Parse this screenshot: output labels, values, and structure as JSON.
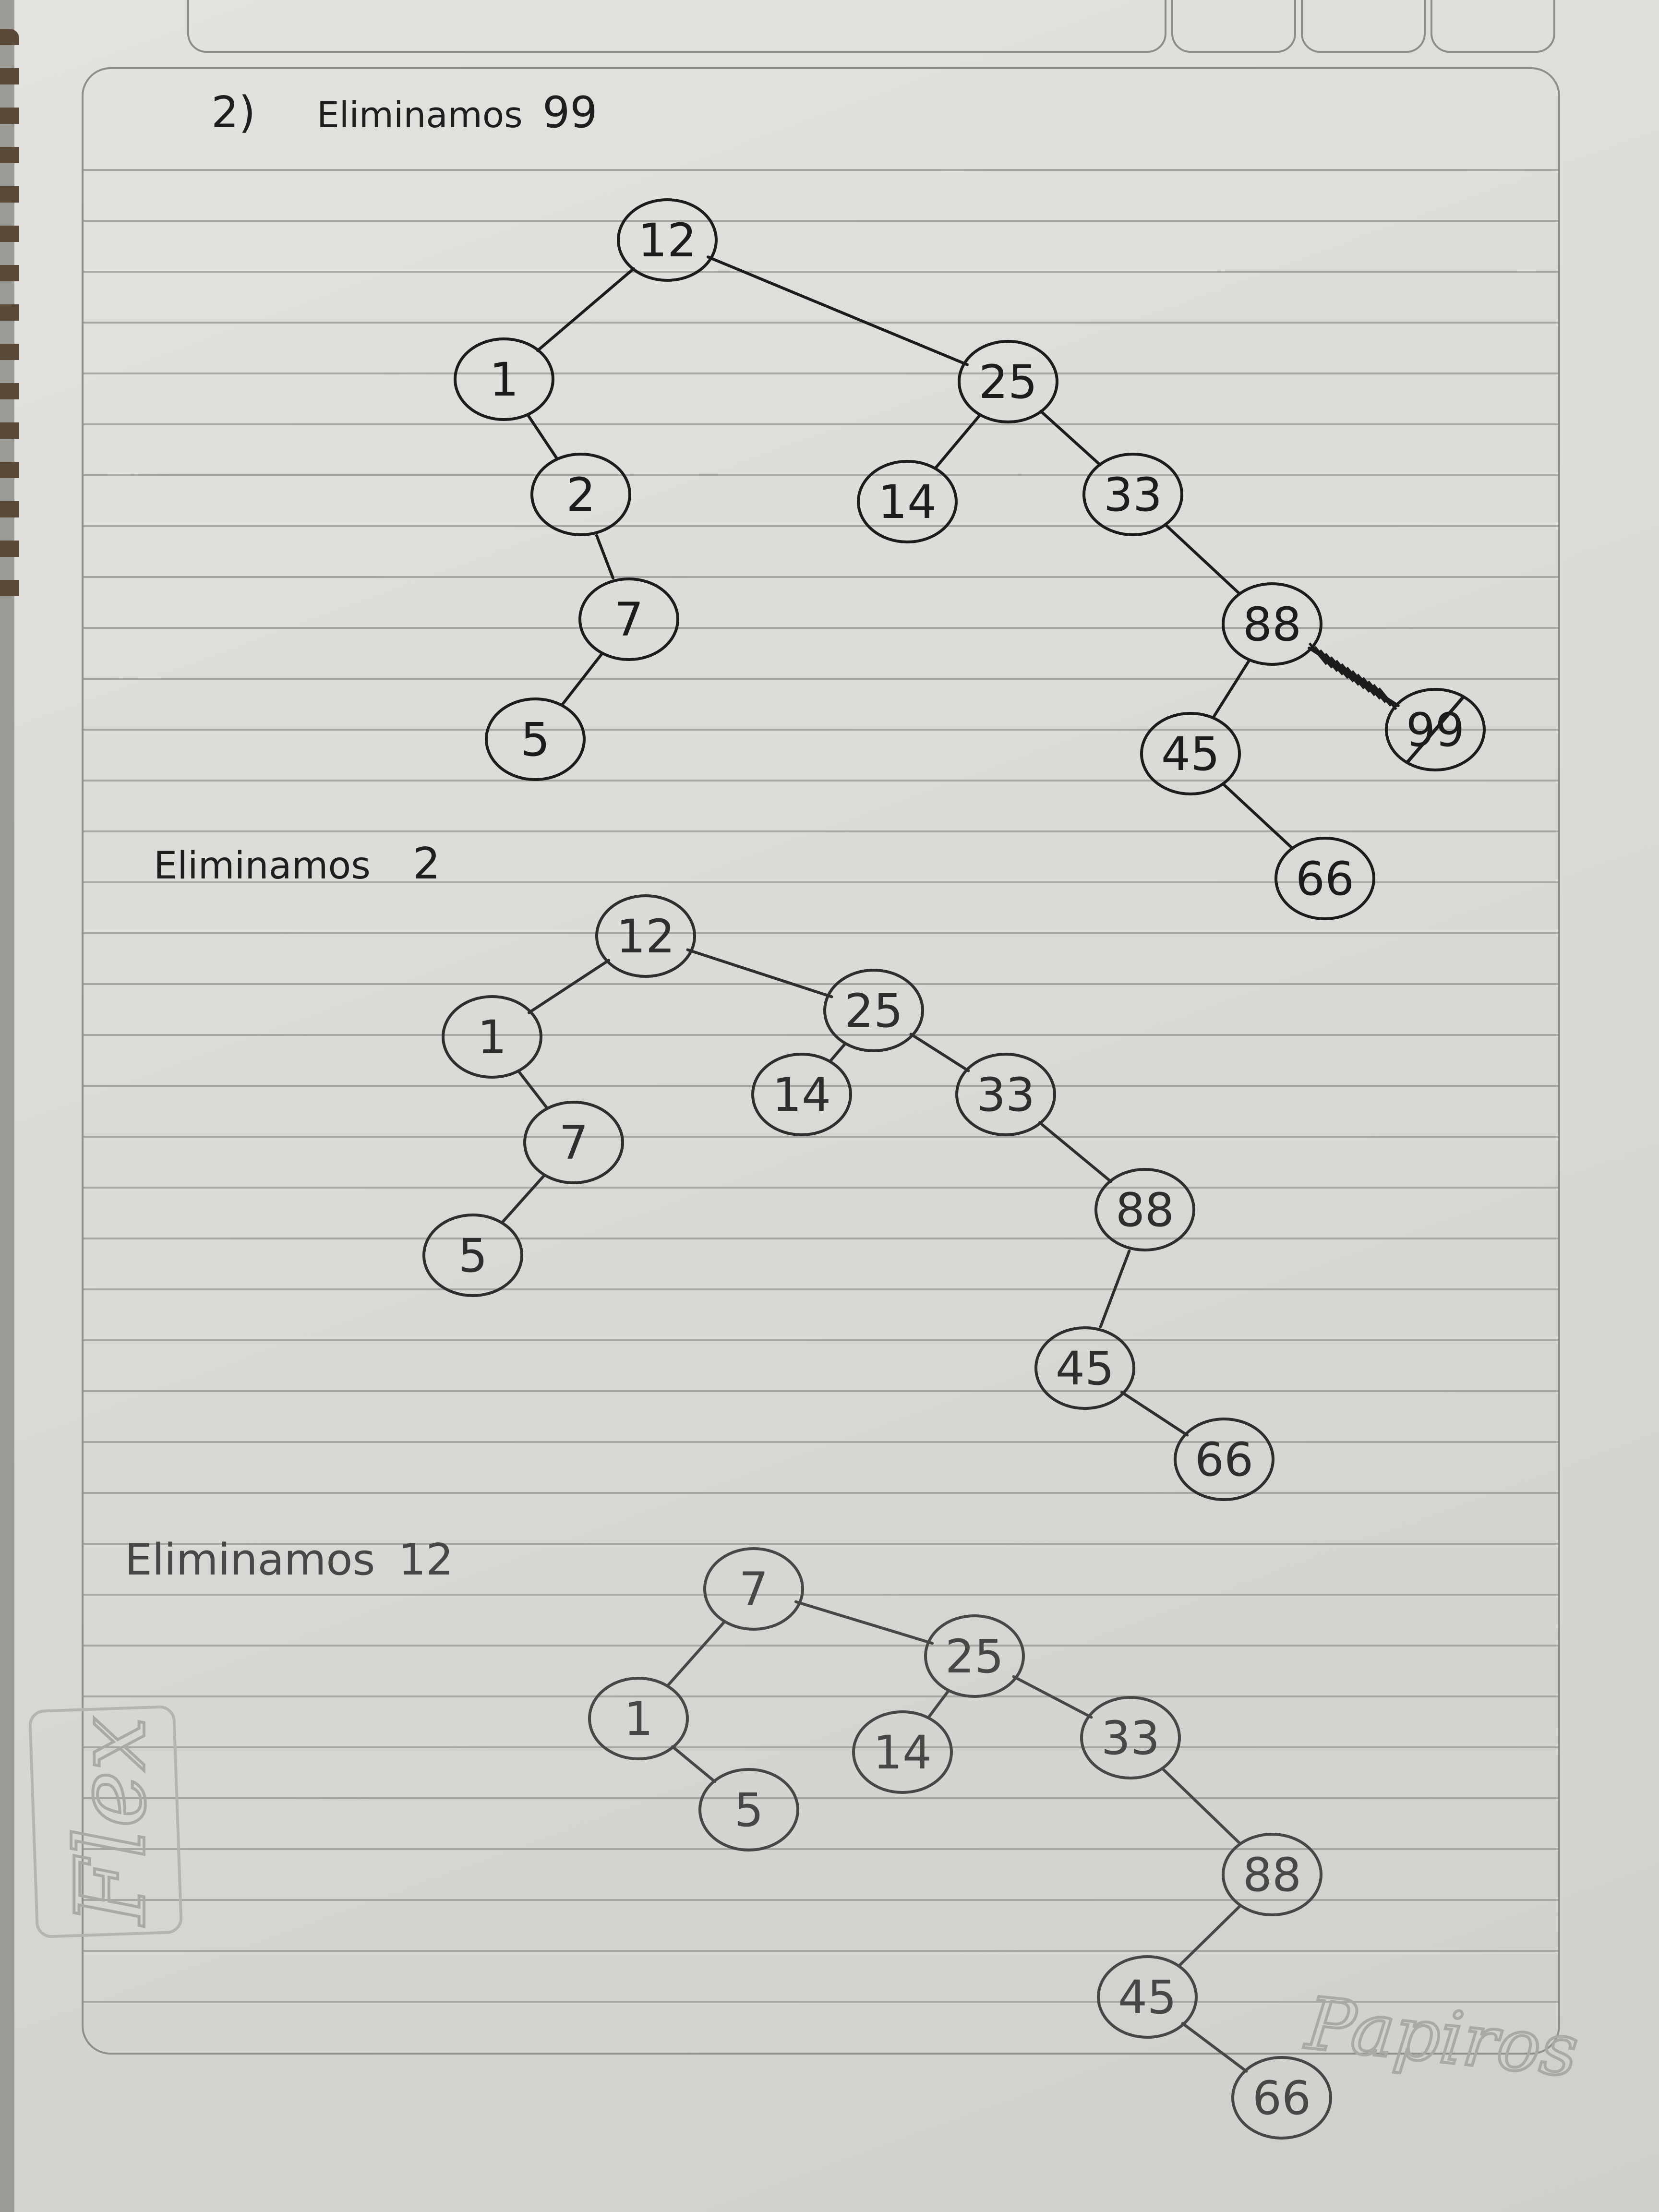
{
  "heading": {
    "number": "2)",
    "title": "Eliminamos",
    "value": "99"
  },
  "brand": {
    "logo_left": "Flex",
    "logo_right": "Papiros"
  },
  "trees": [
    {
      "label": "",
      "label_value": "",
      "ink": "#1c1c1c",
      "nodes": [
        {
          "id": "12",
          "label": "12"
        },
        {
          "id": "1",
          "label": "1"
        },
        {
          "id": "2",
          "label": "2"
        },
        {
          "id": "7",
          "label": "7"
        },
        {
          "id": "5",
          "label": "5"
        },
        {
          "id": "25",
          "label": "25"
        },
        {
          "id": "14",
          "label": "14"
        },
        {
          "id": "33",
          "label": "33"
        },
        {
          "id": "88",
          "label": "88"
        },
        {
          "id": "45",
          "label": "45"
        },
        {
          "id": "66",
          "label": "66"
        },
        {
          "id": "99",
          "label": "99",
          "crossed": true
        }
      ],
      "edges": [
        [
          "12",
          "1"
        ],
        [
          "1",
          "2"
        ],
        [
          "2",
          "7"
        ],
        [
          "7",
          "5"
        ],
        [
          "12",
          "25"
        ],
        [
          "25",
          "14"
        ],
        [
          "25",
          "33"
        ],
        [
          "33",
          "88"
        ],
        [
          "88",
          "45"
        ],
        [
          "45",
          "66"
        ],
        [
          "88",
          "99"
        ]
      ]
    },
    {
      "label": "Eliminamos",
      "label_value": "2",
      "ink": "#2e2e2e",
      "nodes": [
        {
          "id": "12",
          "label": "12"
        },
        {
          "id": "1",
          "label": "1"
        },
        {
          "id": "7",
          "label": "7"
        },
        {
          "id": "5",
          "label": "5"
        },
        {
          "id": "25",
          "label": "25"
        },
        {
          "id": "14",
          "label": "14"
        },
        {
          "id": "33",
          "label": "33"
        },
        {
          "id": "88",
          "label": "88"
        },
        {
          "id": "45",
          "label": "45"
        },
        {
          "id": "66",
          "label": "66"
        }
      ],
      "edges": [
        [
          "12",
          "1"
        ],
        [
          "1",
          "7"
        ],
        [
          "7",
          "5"
        ],
        [
          "12",
          "25"
        ],
        [
          "25",
          "14"
        ],
        [
          "25",
          "33"
        ],
        [
          "33",
          "88"
        ],
        [
          "88",
          "45"
        ],
        [
          "45",
          "66"
        ]
      ]
    },
    {
      "label": "Eliminamos",
      "label_value": "12",
      "ink": "#474747",
      "nodes": [
        {
          "id": "7",
          "label": "7"
        },
        {
          "id": "1",
          "label": "1"
        },
        {
          "id": "5",
          "label": "5"
        },
        {
          "id": "25",
          "label": "25"
        },
        {
          "id": "14",
          "label": "14"
        },
        {
          "id": "33",
          "label": "33"
        },
        {
          "id": "88",
          "label": "88"
        },
        {
          "id": "45",
          "label": "45"
        },
        {
          "id": "66",
          "label": "66"
        }
      ],
      "edges": [
        [
          "7",
          "1"
        ],
        [
          "1",
          "5"
        ],
        [
          "7",
          "25"
        ],
        [
          "25",
          "14"
        ],
        [
          "25",
          "33"
        ],
        [
          "33",
          "88"
        ],
        [
          "88",
          "45"
        ],
        [
          "45",
          "66"
        ]
      ]
    }
  ]
}
